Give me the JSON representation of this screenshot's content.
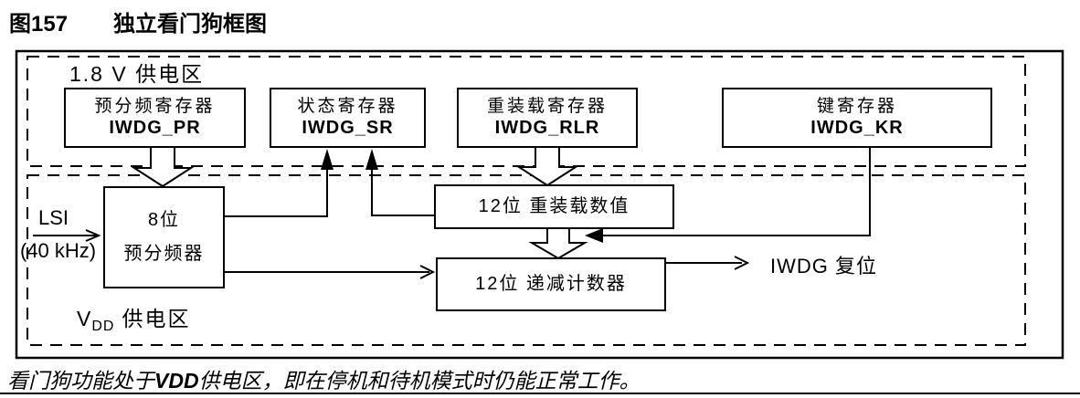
{
  "figure": {
    "number": "图157",
    "title": "独立看门狗框图"
  },
  "regions": {
    "v18_label": "1.8 V 供电区",
    "vdd_prefix": "V",
    "vdd_sub": "DD",
    "vdd_suffix": "供电区"
  },
  "registers": [
    {
      "name": "预分频寄存器",
      "id": "IWDG_PR"
    },
    {
      "name": "状态寄存器",
      "id": "IWDG_SR"
    },
    {
      "name": "重装载寄存器",
      "id": "IWDG_RLR"
    },
    {
      "name": "键寄存器",
      "id": "IWDG_KR"
    }
  ],
  "blocks": {
    "prescaler_line1": "8位",
    "prescaler_line2": "预分频器",
    "reload_value": "12位 重装载数值",
    "down_counter": "12位 递减计数器"
  },
  "signals": {
    "clock_name": "LSI",
    "clock_freq": "(40 kHz)",
    "reset_output": "IWDG 复位"
  },
  "caption": {
    "pre": "看门狗功能处于",
    "vdd": "VDD",
    "post": "供电区，即在停机和待机模式时仍能正常工作。"
  },
  "colors": {
    "ink": "#000000",
    "background": "#ffffff"
  }
}
